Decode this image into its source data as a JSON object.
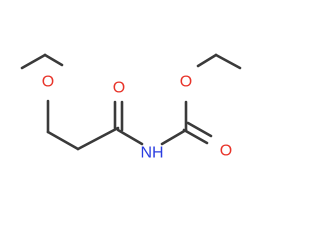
{
  "molecule": {
    "colors": {
      "bond": "#3a3a3a",
      "oxygen": "#e8342a",
      "nitrogen": "#2a3de0"
    },
    "atoms": {
      "o_ether_left": {
        "symbol": "O",
        "element": "oxygen"
      },
      "o_carbonyl_amide": {
        "symbol": "O",
        "element": "oxygen"
      },
      "o_ester": {
        "symbol": "O",
        "element": "oxygen"
      },
      "o_carbonyl_carbamate": {
        "symbol": "O",
        "element": "oxygen"
      },
      "n_imide": {
        "symbol": "NH",
        "element": "nitrogen"
      }
    }
  }
}
